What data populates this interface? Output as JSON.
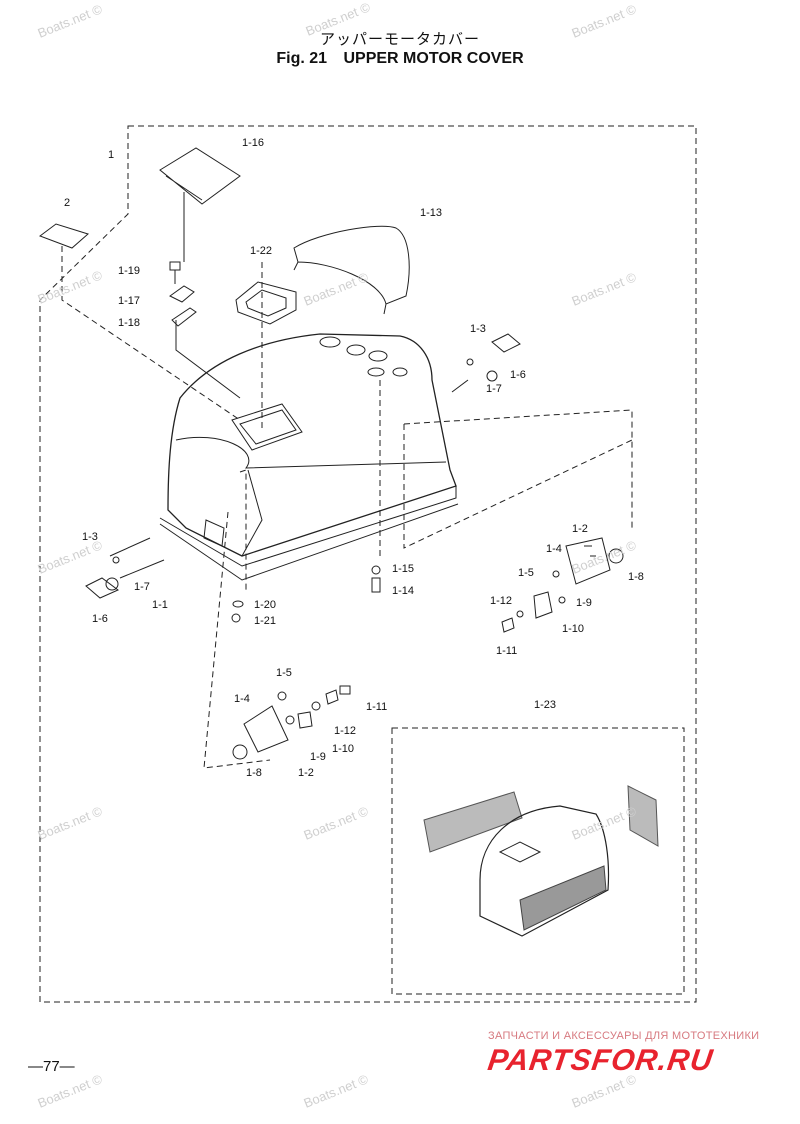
{
  "header": {
    "title_jp": "アッパーモータカバー",
    "fig_label": "Fig. 21",
    "title_en": "UPPER MOTOR COVER"
  },
  "labels": {
    "p1": "1",
    "p2": "2",
    "p1_16": "1-16",
    "p1_13": "1-13",
    "p1_22": "1-22",
    "p1_19": "1-19",
    "p1_17": "1-17",
    "p1_18": "1-18",
    "p1_3a": "1-3",
    "p1_6a": "1-6",
    "p1_7a": "1-7",
    "p1_3b": "1-3",
    "p1_7b": "1-7",
    "p1_6b": "1-6",
    "p1_1": "1-1",
    "p1_15": "1-15",
    "p1_14": "1-14",
    "p1_20": "1-20",
    "p1_21": "1-21",
    "p1_2a": "1-2",
    "p1_4a": "1-4",
    "p1_5a": "1-5",
    "p1_8a": "1-8",
    "p1_9a": "1-9",
    "p1_12a": "1-12",
    "p1_10a": "1-10",
    "p1_11a": "1-11",
    "p1_5b": "1-5",
    "p1_4b": "1-4",
    "p1_11b": "1-11",
    "p1_12b": "1-12",
    "p1_10b": "1-10",
    "p1_9b": "1-9",
    "p1_8b": "1-8",
    "p1_2b": "1-2",
    "p1_23": "1-23"
  },
  "watermark": "Boats.net ©",
  "page_number": "—77—",
  "footer": {
    "tagline": "ЗАПЧАСТИ И АКСЕССУАРЫ ДЛЯ МОТОТЕХНИКИ",
    "logo": "PARTSFOR.RU"
  },
  "colors": {
    "line": "#222222",
    "logo_red": "#e8232e",
    "watermark": "#cfcfcf"
  }
}
